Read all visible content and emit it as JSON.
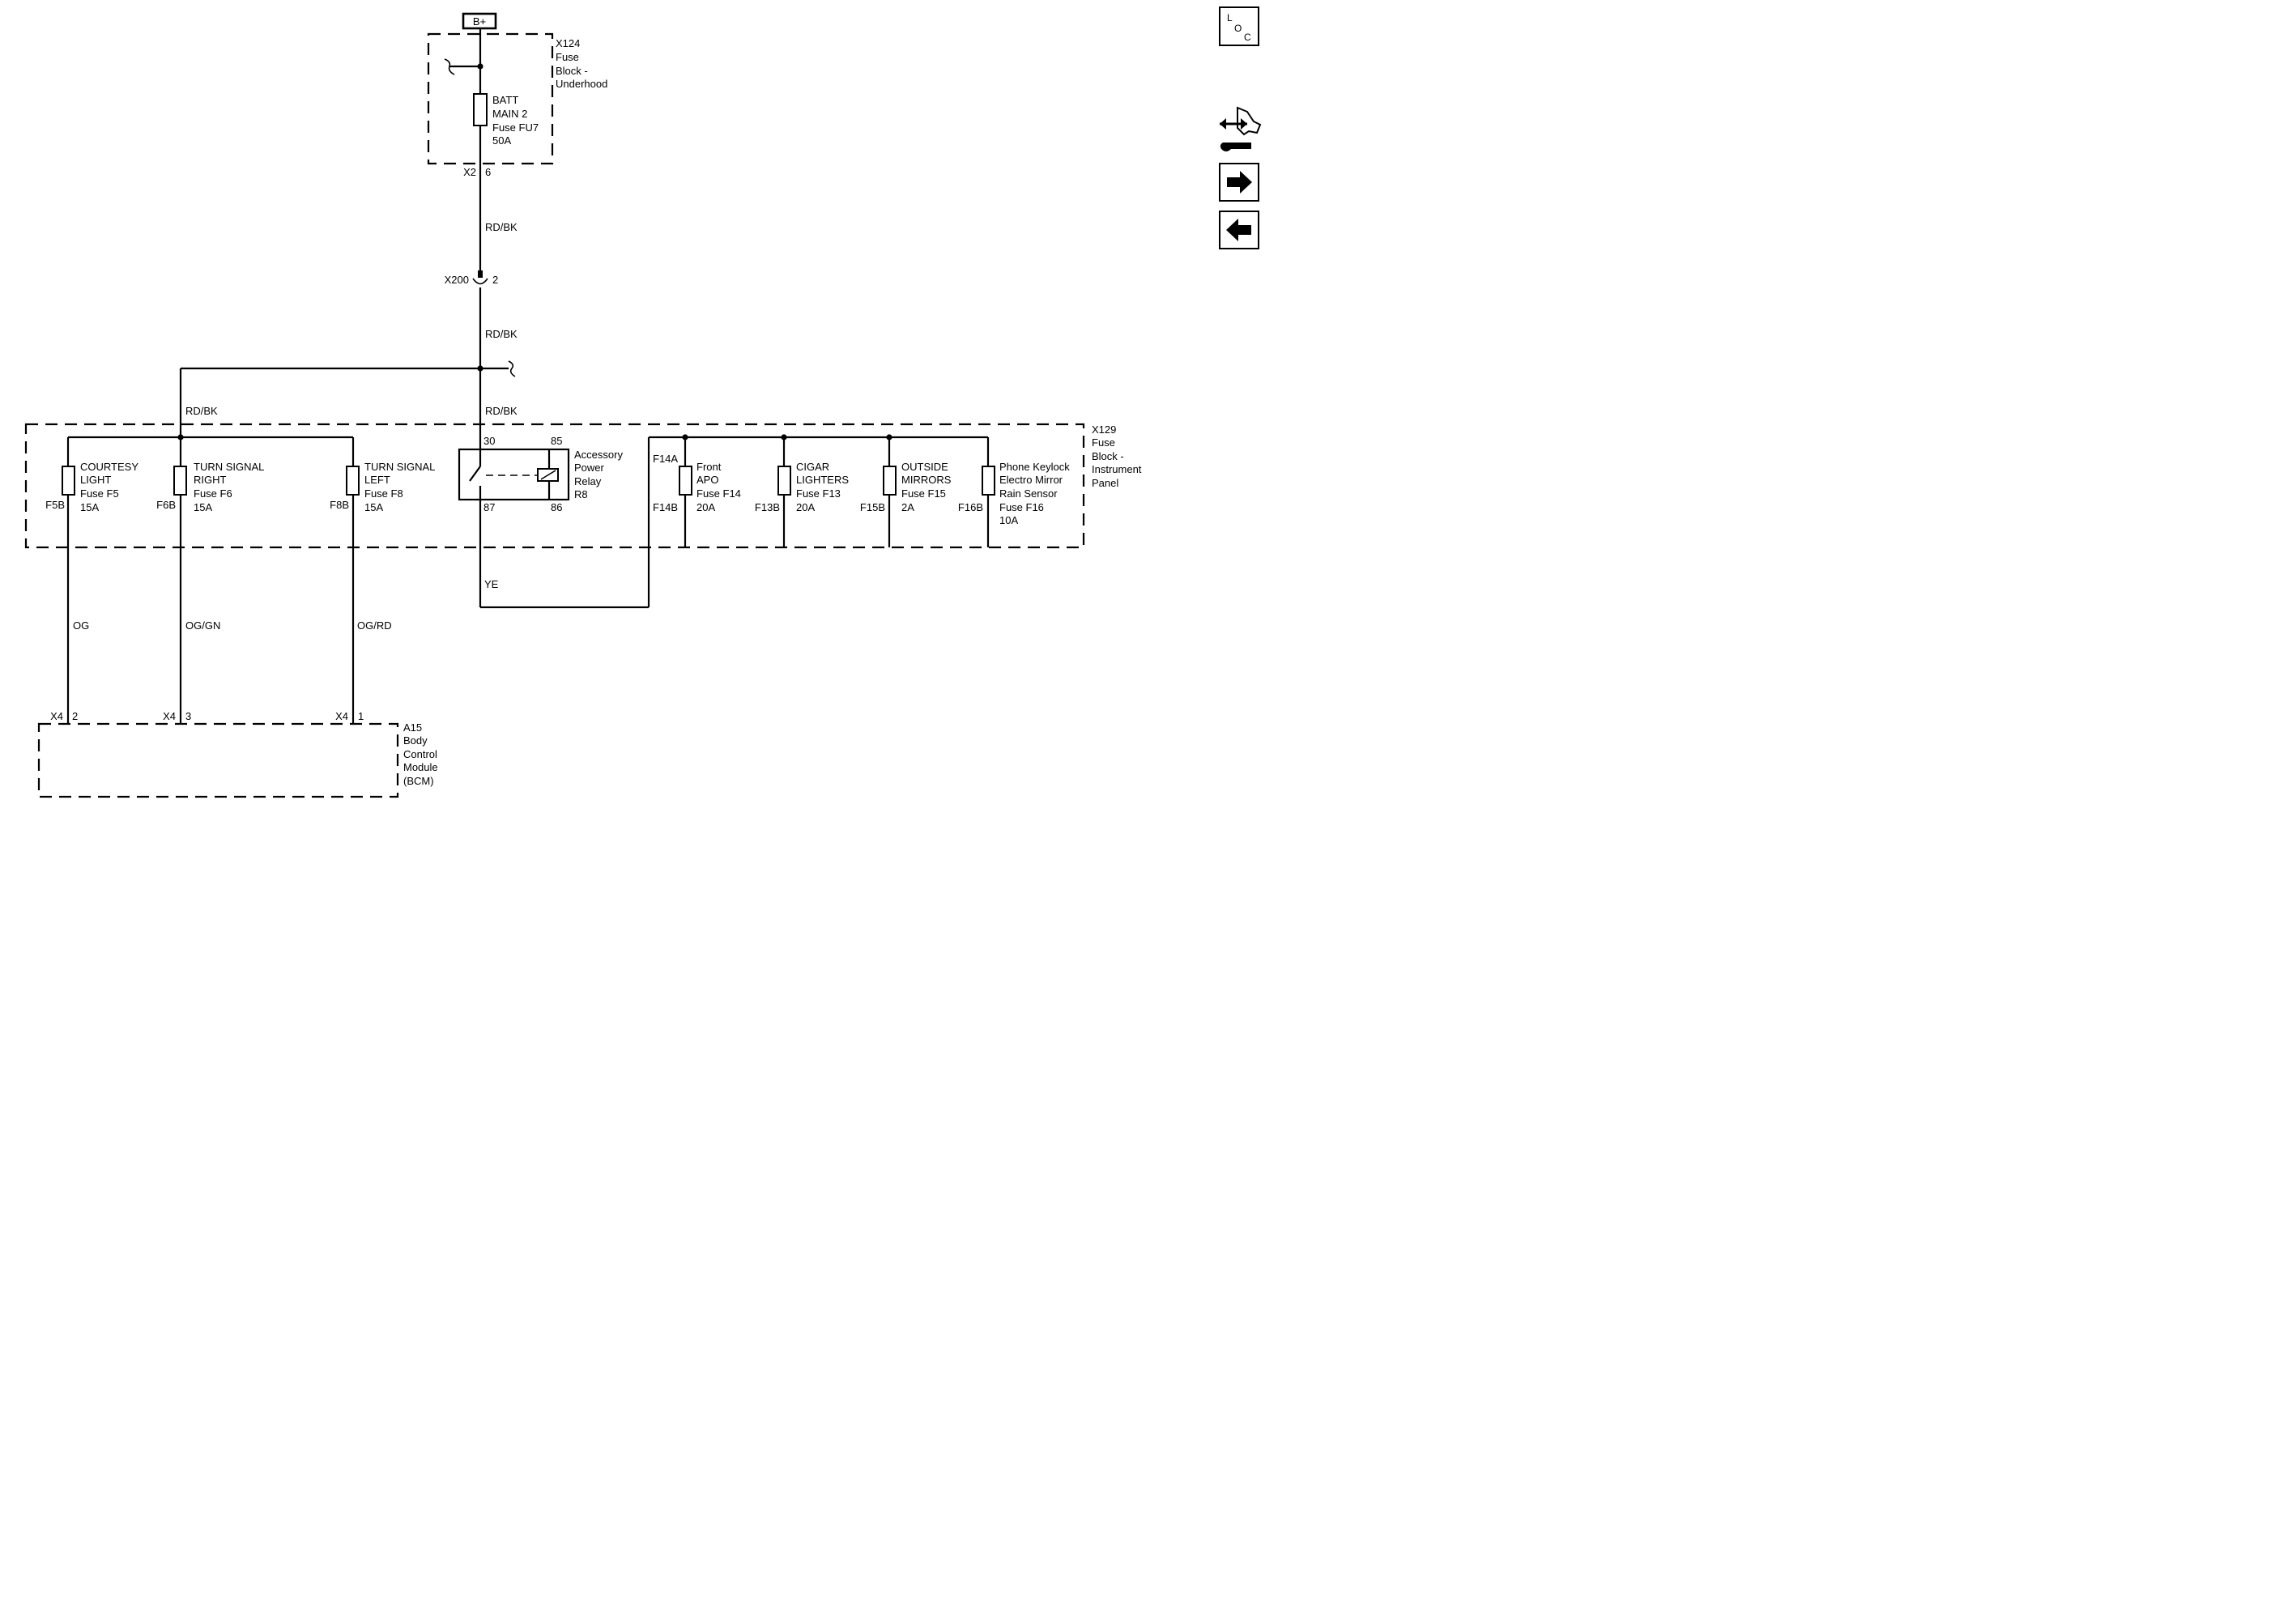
{
  "power": {
    "label": "B+"
  },
  "x124": {
    "lines": [
      "X124",
      "Fuse",
      "Block -",
      "Underhood"
    ]
  },
  "fuse_fu7": {
    "lines": [
      "BATT",
      "MAIN 2",
      "Fuse FU7",
      "50A"
    ]
  },
  "x124_conn": {
    "name": "X2",
    "pin": "6"
  },
  "x200": {
    "name": "X200",
    "pin": "2"
  },
  "wires": {
    "rdbk_1": "RD/BK",
    "rdbk_2": "RD/BK",
    "rdbk_3": "RD/BK",
    "rdbk_4": "RD/BK",
    "ye": "YE",
    "og": "OG",
    "oggn": "OG/GN",
    "ogrd": "OG/RD"
  },
  "x129": {
    "lines": [
      "X129",
      "Fuse",
      "Block -",
      "Instrument",
      "Panel"
    ]
  },
  "fuses_left": [
    {
      "lines": [
        "COURTESY",
        "LIGHT",
        "Fuse F5",
        "15A"
      ],
      "pin": "F5B"
    },
    {
      "lines": [
        "TURN SIGNAL",
        "RIGHT",
        "Fuse F6",
        "15A"
      ],
      "pin": "F6B"
    },
    {
      "lines": [
        "TURN SIGNAL",
        "LEFT",
        "Fuse F8",
        "15A"
      ],
      "pin": "F8B"
    }
  ],
  "relay": {
    "lines": [
      "Accessory",
      "Power",
      "Relay",
      "R8"
    ],
    "pin30": "30",
    "pin85": "85",
    "pin87": "87",
    "pin86": "86"
  },
  "fuses_right": [
    {
      "lines": [
        "Front",
        "APO",
        "Fuse F14",
        "20A"
      ],
      "pin": "F14B",
      "pin_top": "F14A"
    },
    {
      "lines": [
        "CIGAR",
        "LIGHTERS",
        "Fuse F13",
        "20A"
      ],
      "pin": "F13B"
    },
    {
      "lines": [
        "OUTSIDE",
        "MIRRORS",
        "Fuse F15",
        "2A"
      ],
      "pin": "F15B"
    },
    {
      "lines": [
        "Phone Keylock",
        "Electro Mirror",
        "Rain Sensor",
        "Fuse F16",
        "10A"
      ],
      "pin": "F16B"
    }
  ],
  "bcm": {
    "lines": [
      "A15",
      "Body",
      "Control",
      "Module",
      "(BCM)"
    ],
    "pins": [
      {
        "conn": "X4",
        "pin": "2"
      },
      {
        "conn": "X4",
        "pin": "3"
      },
      {
        "conn": "X4",
        "pin": "1"
      }
    ]
  },
  "sidebar": {
    "loc": {
      "l": "L",
      "o": "O",
      "c": "C"
    },
    "icons": [
      "component-locator-icon",
      "diagnostic-connector-icon",
      "next-arrow-icon",
      "previous-arrow-icon"
    ]
  }
}
